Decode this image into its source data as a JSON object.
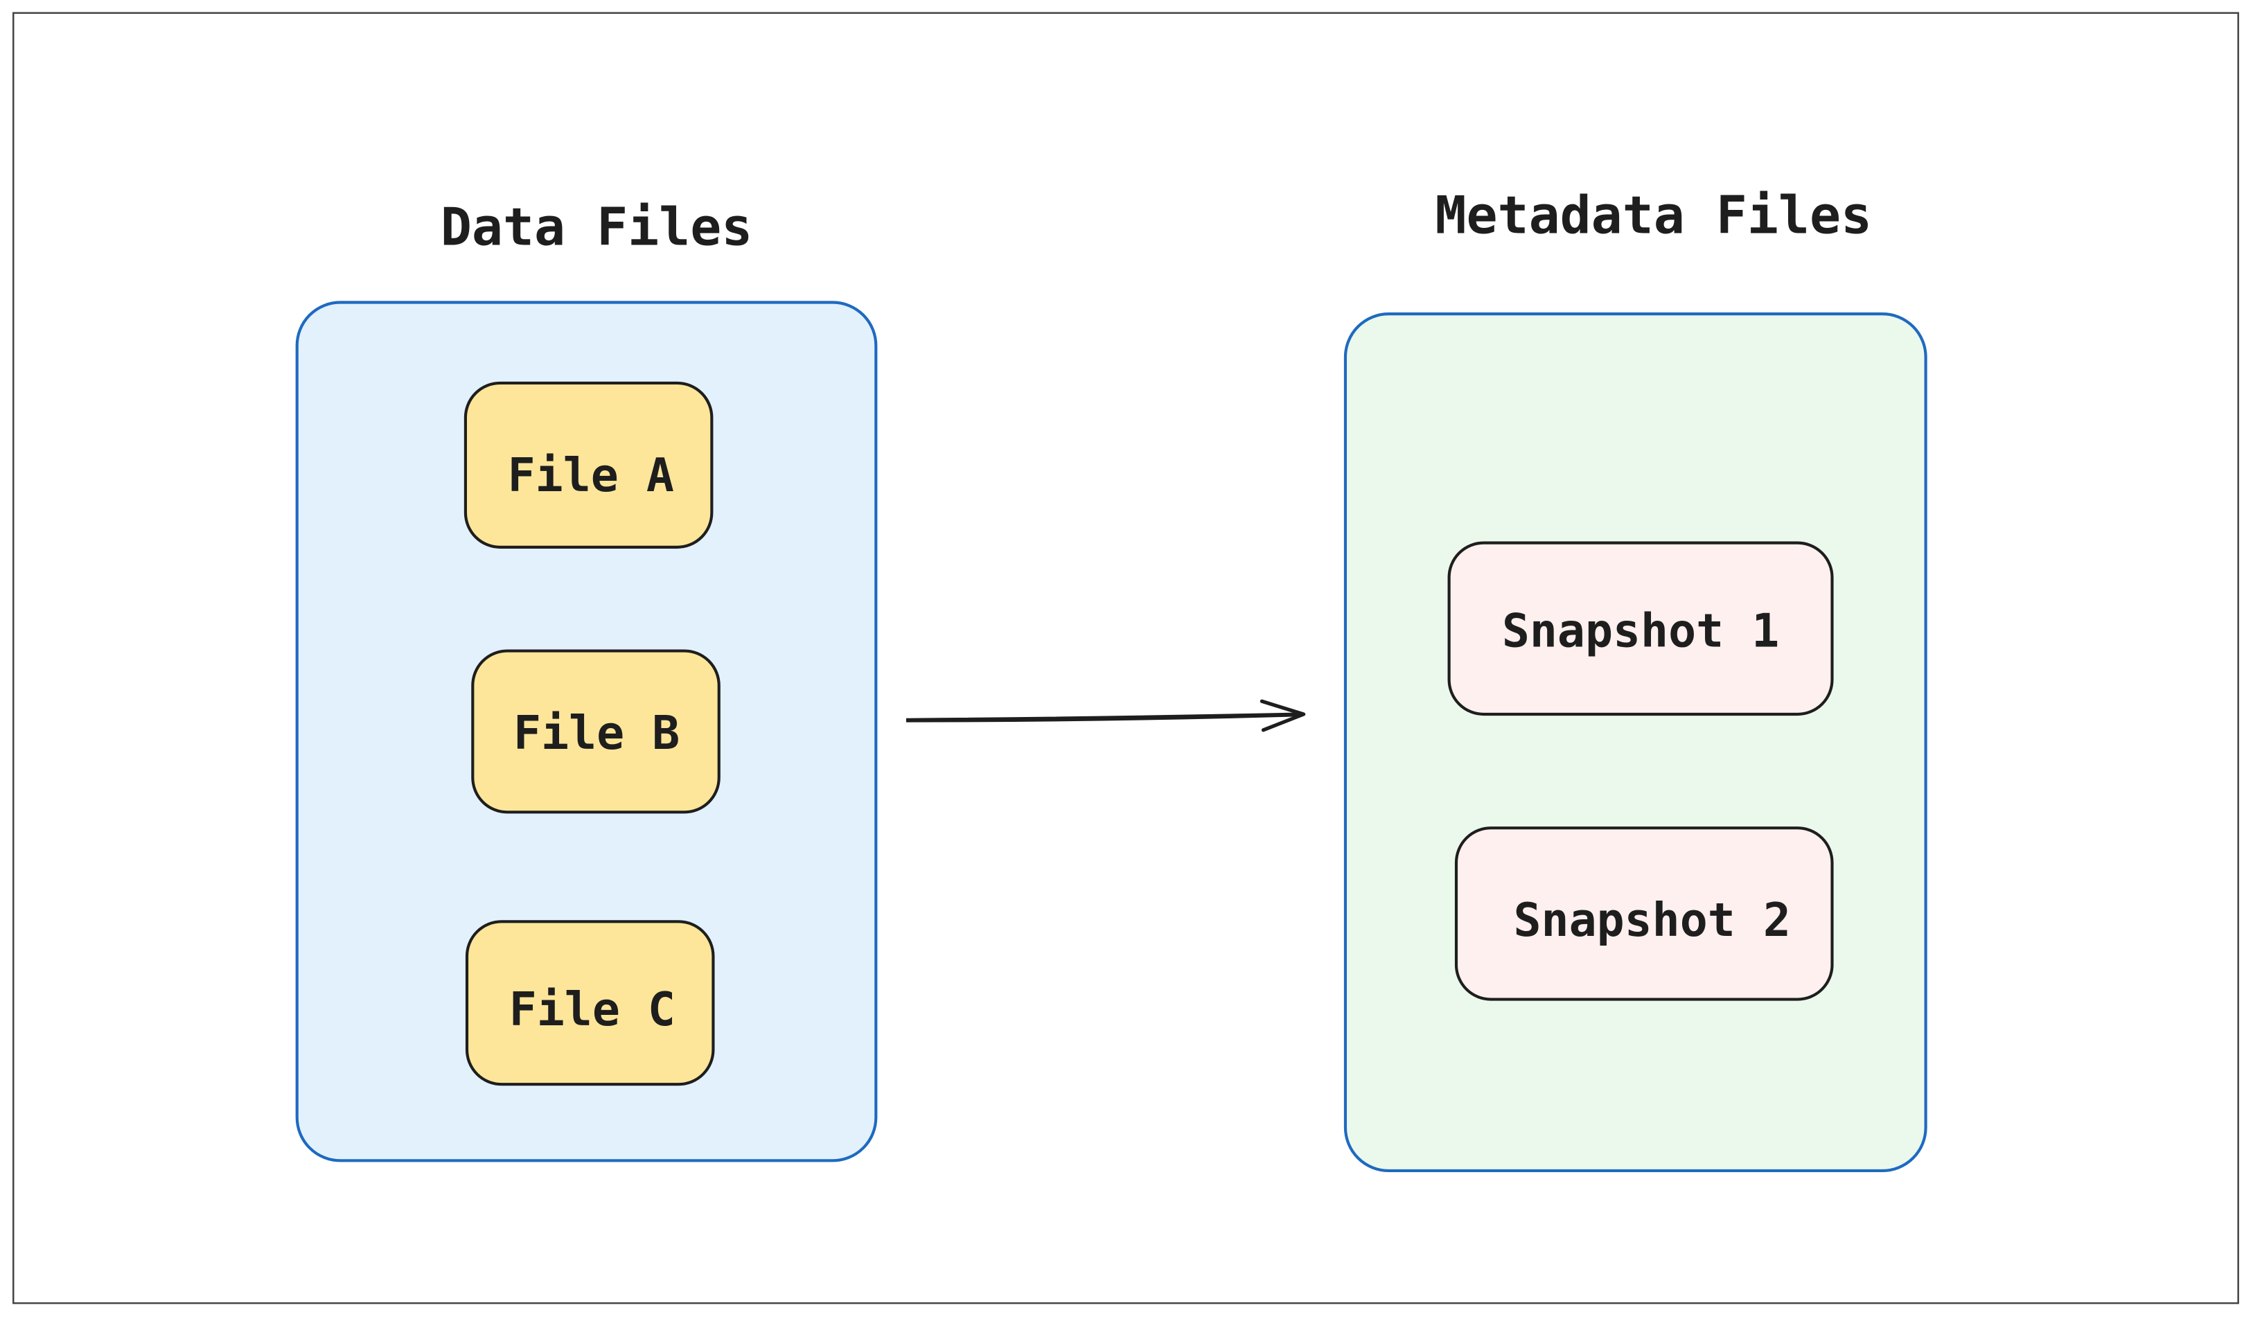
{
  "colors": {
    "data_group_fill": "#e3f1fd",
    "data_group_stroke": "#1e6ac0",
    "metadata_group_fill": "#ebf8ec",
    "metadata_group_stroke": "#1e6ac0",
    "file_fill": "#fde69a",
    "snapshot_fill": "#fdf0ef",
    "node_stroke": "#1e1e1e"
  },
  "data_group": {
    "title": "Data Files",
    "files": [
      {
        "label": "File A"
      },
      {
        "label": "File B"
      },
      {
        "label": "File C"
      }
    ]
  },
  "metadata_group": {
    "title": "Metadata Files",
    "snapshots": [
      {
        "label": "Snapshot 1"
      },
      {
        "label": "Snapshot 2"
      }
    ]
  },
  "edges": [
    {
      "from": "Data Files",
      "to": "Metadata Files",
      "icon": "arrow-right"
    }
  ]
}
